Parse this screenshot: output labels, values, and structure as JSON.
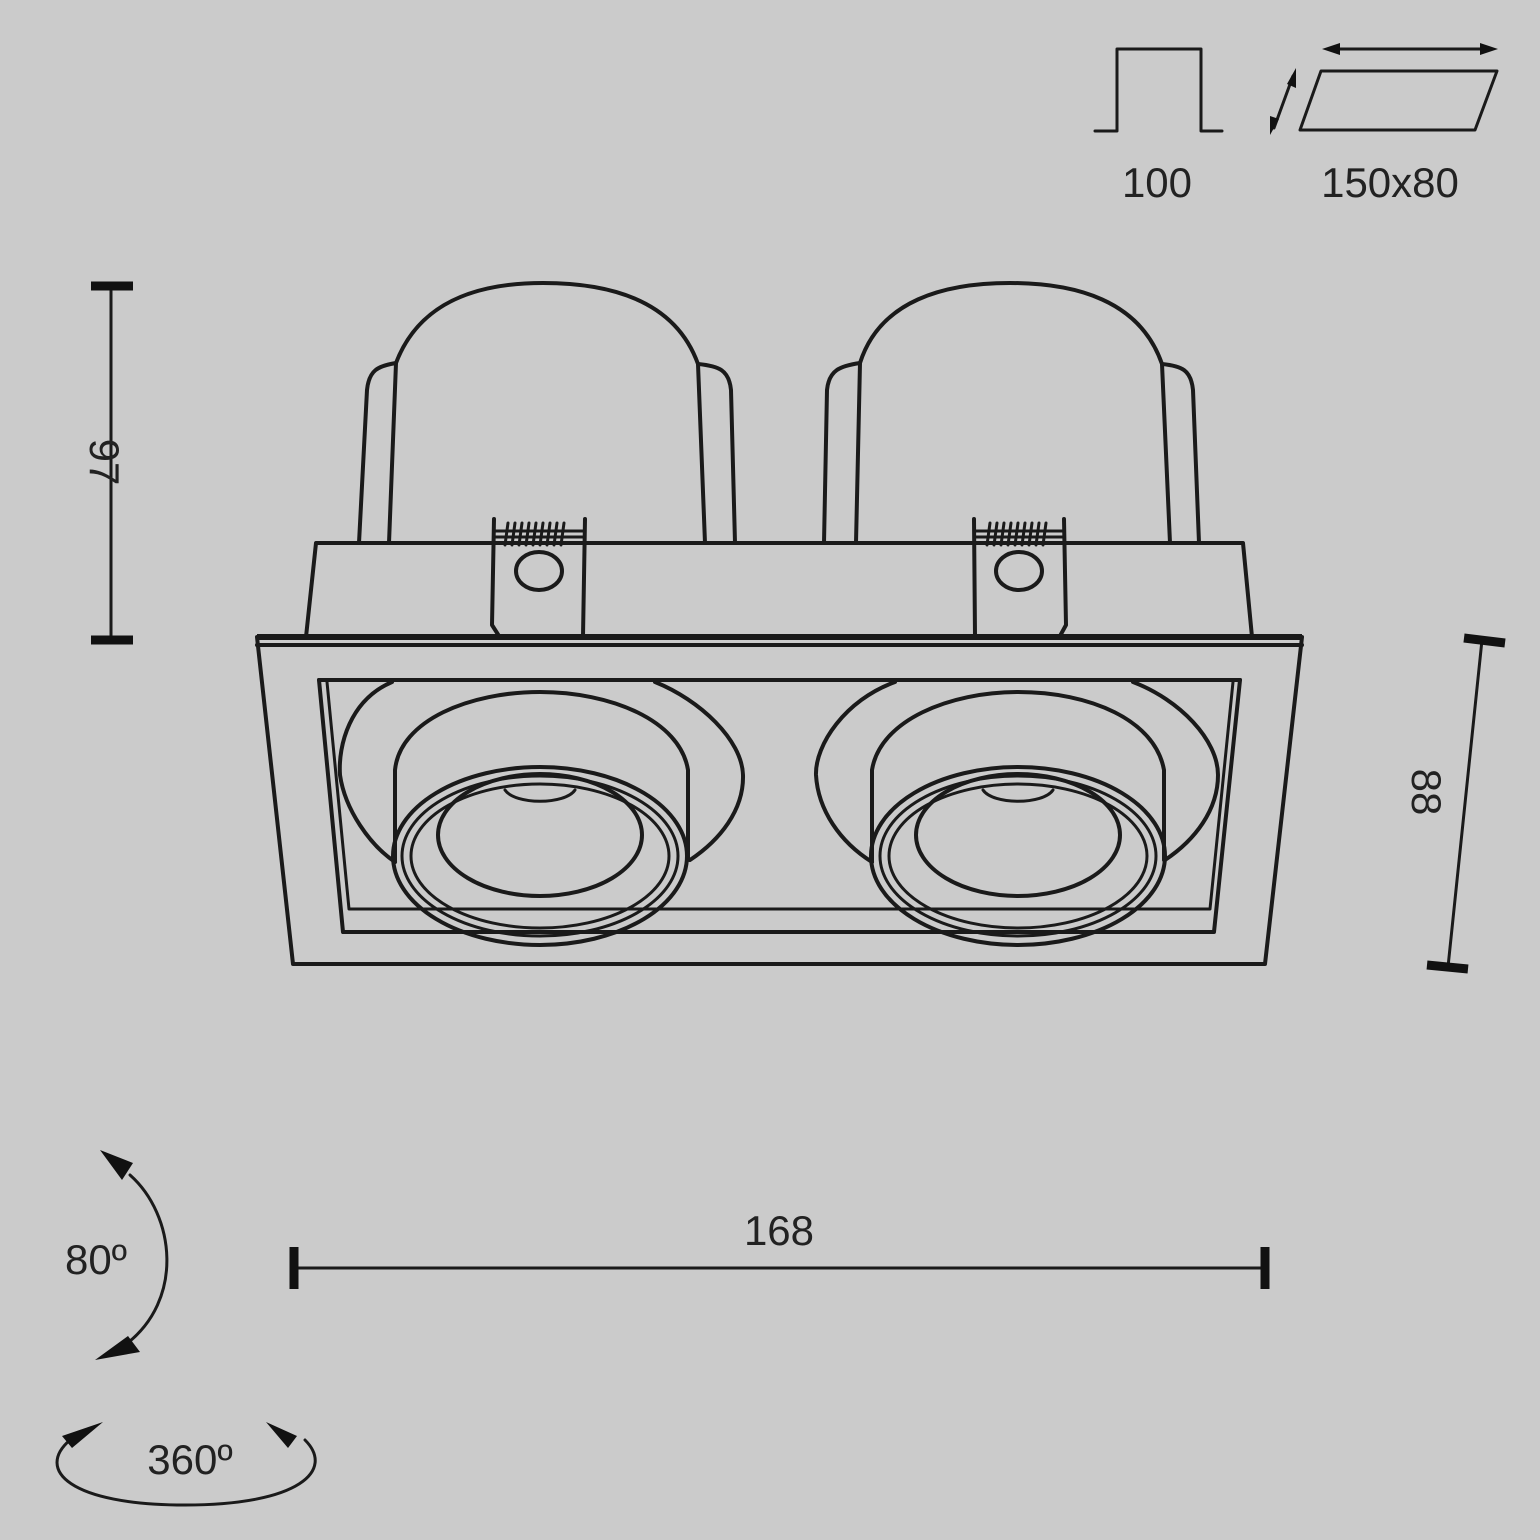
{
  "colors": {
    "background": "#cbcbcb",
    "line": "#1a1a1a"
  },
  "cutout_icons": {
    "depth": {
      "icon": "recess-depth-icon",
      "value": "100"
    },
    "size": {
      "icon": "cutout-rectangle-icon",
      "value": "150x80"
    }
  },
  "dimensions": {
    "height": "97",
    "depth": "88",
    "width": "168"
  },
  "rotation": {
    "tilt": "80º",
    "swivel": "360º"
  },
  "drawing": {
    "subject": "double recessed adjustable downlight, rectangular trim frame",
    "lamp_count": 2
  }
}
